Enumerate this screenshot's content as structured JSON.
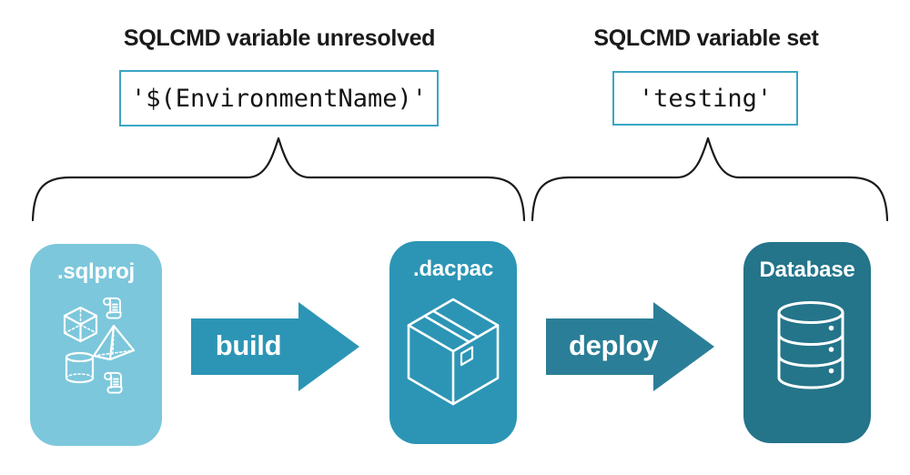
{
  "diagram": {
    "background": "#FFFFFF",
    "annotations": {
      "unresolved": {
        "title": "SQLCMD variable unresolved",
        "code": "'$(EnvironmentName)'"
      },
      "set": {
        "title": "SQLCMD variable set",
        "code": "'testing'"
      }
    },
    "nodes": [
      {
        "label": ".sqlproj",
        "color": "#7CC7DB",
        "icon": "sql-objects-icons"
      },
      {
        "label": ".dacpac",
        "color": "#2C95B5",
        "icon": "package-box-icon"
      },
      {
        "label": "Database",
        "color": "#24748A",
        "icon": "database-cylinder-icon"
      }
    ],
    "arrows": [
      {
        "label": "build",
        "color": "#2C95B5"
      },
      {
        "label": "deploy",
        "color": "#2B7E97"
      }
    ],
    "styles": {
      "code_box_border": "#3BA6C4",
      "brace_color": "#1A1A1A",
      "heading_color": "#1A1A1A",
      "icon_color": "#FFFFFF"
    }
  }
}
